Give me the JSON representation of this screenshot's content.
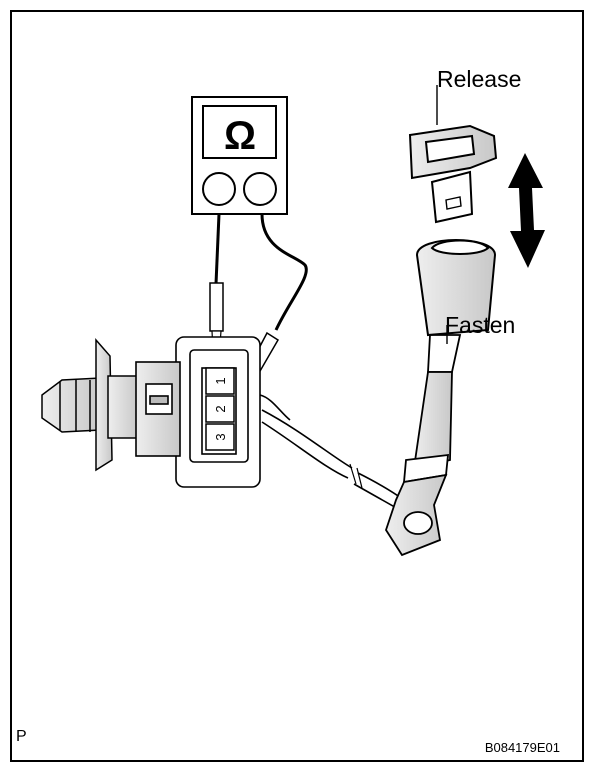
{
  "labels": {
    "release": "Release",
    "fasten": "Fasten",
    "ohm_symbol": "Ω",
    "corner_mark": "P",
    "figure_code": "B084179E01",
    "terminals": [
      "1",
      "2",
      "3"
    ]
  },
  "icons": {
    "meter": "ohmmeter-icon",
    "arrow": "double-arrow-icon"
  },
  "colors": {
    "ink": "#000000",
    "shade": "#d9d9d9",
    "paper": "#ffffff"
  }
}
